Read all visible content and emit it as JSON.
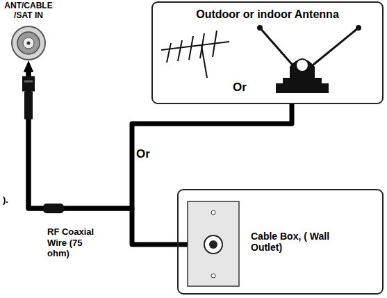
{
  "diagram": {
    "nodes": [
      {
        "text": [
          "ANT/CABLE /SAT IN"
        ]
      },
      {
        "text": [
          "Outdoor or indoor Antenna"
        ]
      },
      {
        "text": [
          "Cable Box, ( Wall Outlet)"
        ]
      }
    ],
    "edges": [
      {
        "from": 1,
        "to": 0,
        "arrow": "to"
      },
      {
        "from": 2,
        "to": 0,
        "arrow": "to"
      }
    ],
    "labels": [
      "Or",
      "Or",
      "RF Coaxial Wire (75 ohm)",
      ")."
    ]
  }
}
